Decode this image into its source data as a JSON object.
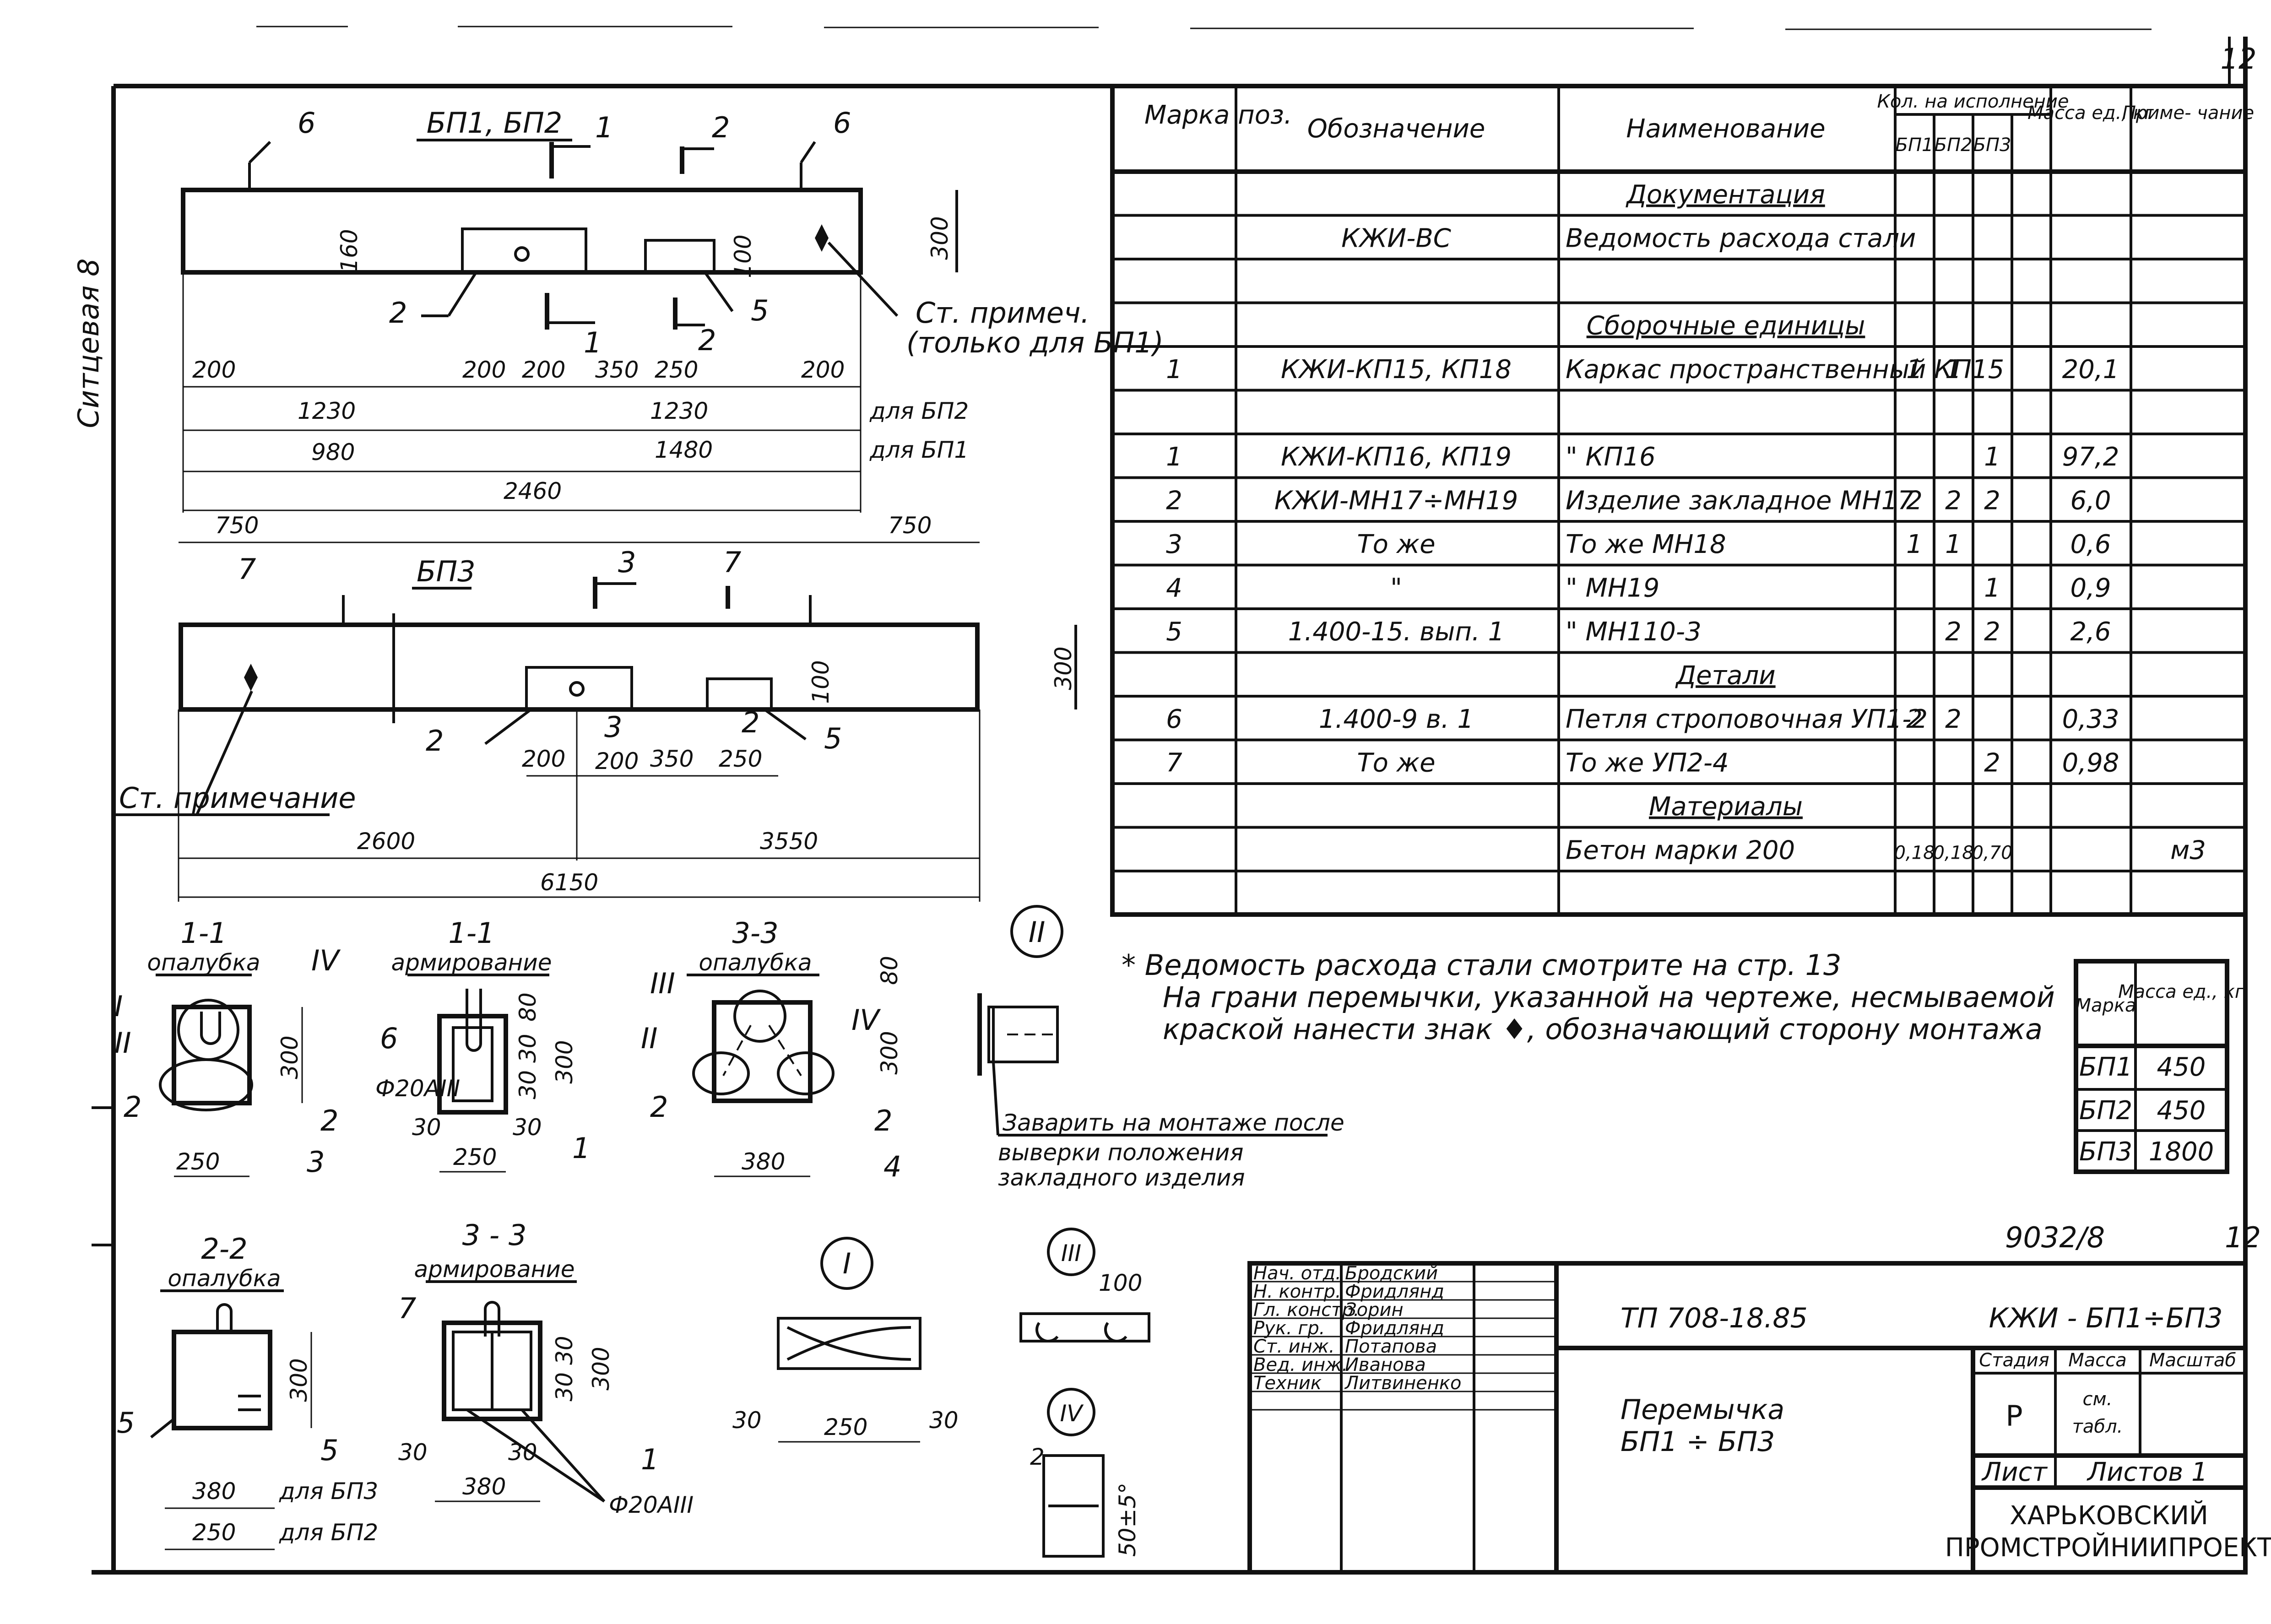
{
  "sheet": {
    "page_number": "12",
    "side_stamp": "Ситцевая 8",
    "archive_number": "9032/8",
    "archive_page": "12"
  },
  "drawing": {
    "view1_title": "БП1, БП2",
    "view2_title": "БП3",
    "pos_marks": [
      "1",
      "2",
      "3",
      "4",
      "5",
      "6",
      "7"
    ],
    "section_marks": {
      "s1": "1",
      "s2": "2",
      "s3": "3",
      "s2b": "2"
    },
    "note_ref1": "Ст. примеч.",
    "note_ref1b": "(только для БП1)",
    "note_ref2": "Ст. примечание",
    "dims_v1": {
      "h300": "300",
      "h160": "160",
      "h100": "100",
      "d200a": "200",
      "d200b": "200",
      "d200c": "200",
      "d350": "350",
      "d250": "250",
      "d200d": "200",
      "d1230a": "1230",
      "d1230b": "1230",
      "bp2": "для БП2",
      "d980": "980",
      "d1480": "1480",
      "bp1": "для БП1",
      "d2460": "2460"
    },
    "dims_v2": {
      "d750a": "750",
      "d750b": "750",
      "h300": "300",
      "h100": "100",
      "d200": "200",
      "d200b": "200",
      "d350": "350",
      "d250": "250",
      "d2600": "2600",
      "d3550": "3550",
      "d6150": "6150"
    },
    "sections": {
      "s11a_title": "1-1",
      "s11a_sub": "опалубка",
      "s11b_title": "1-1",
      "s11b_sub": "армирование",
      "s33a_title": "3-3",
      "s33a_sub": "опалубка",
      "s22_title": "2-2",
      "s22_sub": "опалубка",
      "s33b_title": "3 - 3",
      "s33b_sub": "армирование",
      "roman_I": "I",
      "roman_II": "II",
      "roman_III": "III",
      "roman_IV": "IV",
      "rebar": "Ф20АIII",
      "rebar2": "Ф20АIII",
      "d250": "250",
      "d250b": "250",
      "d380": "380",
      "d380b": "380",
      "d380c": "380",
      "d250c": "250",
      "d30": "30",
      "d30b": "30",
      "d30c": "30",
      "d30d": "30",
      "d30e": "30",
      "d30f": "30",
      "d300": "300",
      "d300b": "300",
      "d300c": "300",
      "d300d": "300",
      "d300e": "300",
      "d80": "80",
      "d80b": "80",
      "d3030": "30 30",
      "d3030b": "30 30",
      "d100": "100",
      "d2": "2",
      "d505": "50±5°",
      "bp3": "для БП3",
      "bp2": "для БП2",
      "weld_note1": "Заварить на монтаже после",
      "weld_note2": "выверки положения",
      "weld_note3": "закладного изделия"
    }
  },
  "spec_table": {
    "headers": {
      "mark": "Марка поз.",
      "designation": "Обозначение",
      "name": "Наименование",
      "qty": "Кол. на исполнение",
      "bp1": "БП1",
      "bp2": "БП2",
      "bp3": "БП3",
      "mass": "Масса ед., кг",
      "note": "Приме- чание"
    },
    "rows": [
      {
        "mark": "",
        "des": "",
        "name": "Документация",
        "q1": "",
        "q2": "",
        "q3": "",
        "mass": "",
        "note": ""
      },
      {
        "mark": "",
        "des": "КЖИ-ВС",
        "name": "Ведомость расхода стали",
        "q1": "",
        "q2": "",
        "q3": "",
        "mass": "",
        "note": ""
      },
      {
        "mark": "",
        "des": "",
        "name": "",
        "q1": "",
        "q2": "",
        "q3": "",
        "mass": "",
        "note": ""
      },
      {
        "mark": "",
        "des": "",
        "name": "Сборочные единицы",
        "q1": "",
        "q2": "",
        "q3": "",
        "mass": "",
        "note": ""
      },
      {
        "mark": "1",
        "des": "КЖИ-КП15, КП18",
        "name": "Каркас пространственный КП15",
        "q1": "1",
        "q2": "1",
        "q3": "",
        "mass": "20,1",
        "note": ""
      },
      {
        "mark": "",
        "des": "",
        "name": "",
        "q1": "",
        "q2": "",
        "q3": "",
        "mass": "",
        "note": ""
      },
      {
        "mark": "1",
        "des": "КЖИ-КП16, КП19",
        "name": "\"          КП16",
        "q1": "",
        "q2": "",
        "q3": "1",
        "mass": "97,2",
        "note": ""
      },
      {
        "mark": "2",
        "des": "КЖИ-МН17÷МН19",
        "name": "Изделие закладное  МН17",
        "q1": "2",
        "q2": "2",
        "q3": "2",
        "mass": "6,0",
        "note": ""
      },
      {
        "mark": "3",
        "des": "То же",
        "name": "То же          МН18",
        "q1": "1",
        "q2": "1",
        "q3": "",
        "mass": "0,6",
        "note": ""
      },
      {
        "mark": "4",
        "des": "\"",
        "name": "\"            МН19",
        "q1": "",
        "q2": "",
        "q3": "1",
        "mass": "0,9",
        "note": ""
      },
      {
        "mark": "5",
        "des": "1.400-15. вып. 1",
        "name": "\"        МН110-3",
        "q1": "",
        "q2": "2",
        "q3": "2",
        "mass": "2,6",
        "note": ""
      },
      {
        "mark": "",
        "des": "",
        "name": "Детали",
        "q1": "",
        "q2": "",
        "q3": "",
        "mass": "",
        "note": ""
      },
      {
        "mark": "6",
        "des": "1.400-9  в. 1",
        "name": "Петля строповочная УП1-2",
        "q1": "2",
        "q2": "2",
        "q3": "",
        "mass": "0,33",
        "note": ""
      },
      {
        "mark": "7",
        "des": "То же",
        "name": "То же          УП2-4",
        "q1": "",
        "q2": "",
        "q3": "2",
        "mass": "0,98",
        "note": ""
      },
      {
        "mark": "",
        "des": "",
        "name": "Материалы",
        "q1": "",
        "q2": "",
        "q3": "",
        "mass": "",
        "note": ""
      },
      {
        "mark": "",
        "des": "",
        "name": "Бетон марки  200",
        "q1": "0,18",
        "q2": "0,18",
        "q3": "0,70",
        "mass": "",
        "note": "м3"
      },
      {
        "mark": "",
        "des": "",
        "name": "",
        "q1": "",
        "q2": "",
        "q3": "",
        "mass": "",
        "note": ""
      }
    ]
  },
  "notes": {
    "line1": "* Ведомость расхода стали смотрите на стр. 13",
    "line2": "На грани перемычки, указанной на чертеже, несмываемой",
    "line3": "краской нанести знак  ♦, обозначающий сторону монтажа"
  },
  "mass_table": {
    "headers": {
      "mark": "Марка",
      "mass": "Масса ед., кг"
    },
    "rows": [
      {
        "mark": "БП1",
        "mass": "450"
      },
      {
        "mark": "БП2",
        "mass": "450"
      },
      {
        "mark": "БП3",
        "mass": "1800"
      }
    ]
  },
  "title_block": {
    "people": [
      {
        "role": "Нач. отд.",
        "name": "Бродский"
      },
      {
        "role": "Н. контр.",
        "name": "Фридлянд"
      },
      {
        "role": "Гл. констр.",
        "name": "Зорин"
      },
      {
        "role": "Рук. гр.",
        "name": "Фридлянд"
      },
      {
        "role": "Ст. инж.",
        "name": "Потапова"
      },
      {
        "role": "Вед. инж.",
        "name": "Иванова"
      },
      {
        "role": "Техник",
        "name": "Литвиненко"
      }
    ],
    "project_code": "ТП 708-18.85",
    "doc_code": "КЖИ - БП1÷БП3",
    "title_line1": "Перемычка",
    "title_line2": "БП1 ÷ БП3",
    "stage_label": "Стадия",
    "mass_label": "Масса",
    "scale_label": "Масштаб",
    "stage": "Р",
    "mass_value_1": "см.",
    "mass_value_2": "табл.",
    "sheet_label": "Лист",
    "sheets_label": "Листов 1",
    "org_line1": "ХАРЬКОВСКИЙ",
    "org_line2": "ПРОМСТРОЙНИИПРОЕКТ"
  }
}
